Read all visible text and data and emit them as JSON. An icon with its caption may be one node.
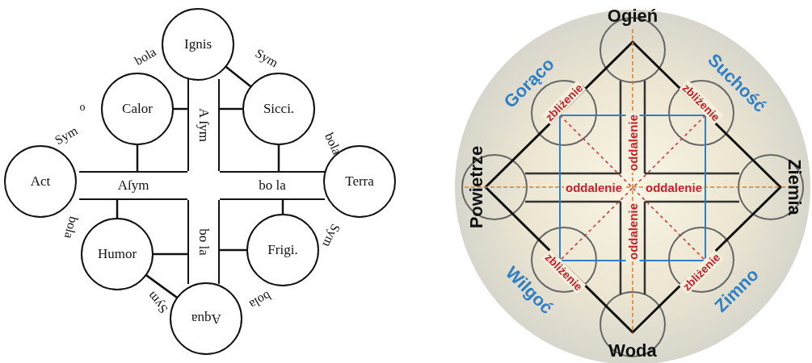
{
  "diagram": {
    "nodes": [
      {
        "text": [
          "Ignis"
        ]
      },
      {
        "text": [
          "Calor"
        ]
      },
      {
        "text": [
          "Sicci."
        ]
      },
      {
        "text": [
          "Act"
        ]
      },
      {
        "text": [
          "Terra"
        ]
      },
      {
        "text": [
          "Humor"
        ]
      },
      {
        "text": [
          "Frigi."
        ]
      },
      {
        "text": [
          "Aqua"
        ]
      },
      {
        "text": [
          "A ſym"
        ]
      },
      {
        "text": [
          "Aſym"
        ]
      },
      {
        "text": [
          "bo la"
        ]
      },
      {
        "text": [
          "bo la"
        ]
      }
    ],
    "edges": [
      {
        "from": 1,
        "to": 8,
        "arrow": "none"
      },
      {
        "from": 1,
        "to": 9,
        "arrow": "none"
      },
      {
        "from": 2,
        "to": 8,
        "arrow": "none"
      },
      {
        "from": 2,
        "to": 10,
        "arrow": "none"
      },
      {
        "from": 5,
        "to": 9,
        "arrow": "none"
      },
      {
        "from": 5,
        "to": 11,
        "arrow": "none"
      },
      {
        "from": 6,
        "to": 10,
        "arrow": "none"
      },
      {
        "from": 6,
        "to": 11,
        "arrow": "none"
      },
      {
        "from": 0,
        "to": 2,
        "arrow": "none"
      },
      {
        "from": 5,
        "to": 7,
        "arrow": "none"
      }
    ],
    "labels": [
      "bola",
      "Sym",
      "o",
      "Sym",
      "bola",
      "bola",
      "Sym",
      "Sym",
      "bola",
      "Ogień",
      "Gorąco",
      "Suchość",
      "zbliżenie",
      "zbliżenie",
      "oddalenie",
      "Powietrze",
      "oddalenie",
      "oddalenie",
      "Ziemia",
      "oddalenie",
      "zbliżenie",
      "zbliżenie",
      "Wilgoć",
      "Zimno",
      "Woda"
    ]
  }
}
